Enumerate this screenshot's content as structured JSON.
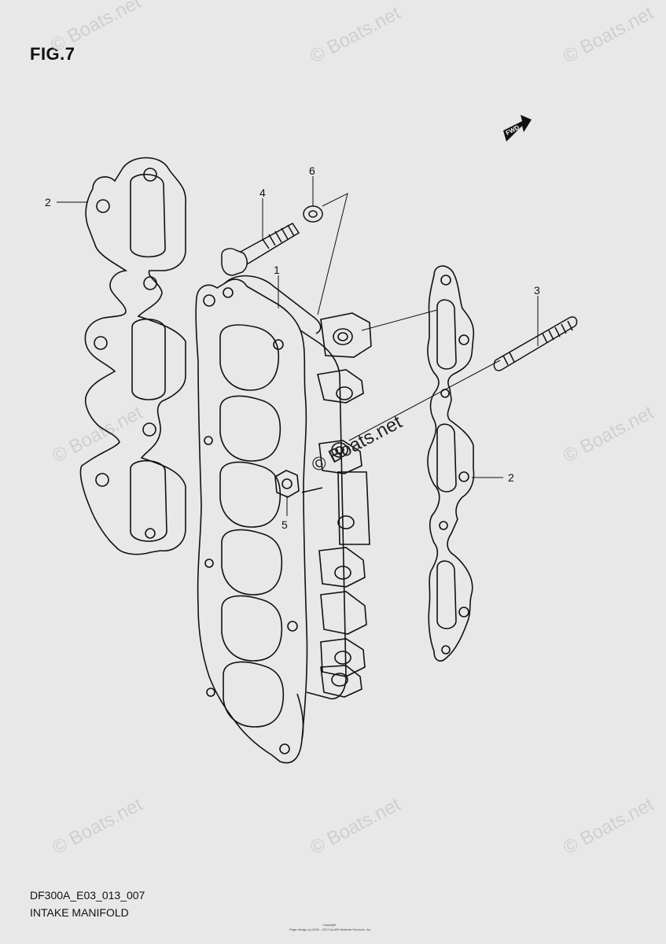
{
  "figure": {
    "title": "FIG.7",
    "code": "DF300A_E03_013_007",
    "name": "INTAKE MANIFOLD"
  },
  "watermark": {
    "main": "© Boats.net",
    "faint": "© Boats.net"
  },
  "footer": {
    "line1": "Copyright",
    "line2": "Page design (c) 2004 - 2017 by ARI Network Services, Inc."
  },
  "fwd_label": "FWD",
  "callouts": {
    "c1": "1",
    "c2_left": "2",
    "c2_right": "2",
    "c3": "3",
    "c4": "4",
    "c5": "5",
    "c6": "6"
  },
  "colors": {
    "background": "#e8e8e8",
    "line": "#111111",
    "watermark": "#cfcfcf"
  }
}
